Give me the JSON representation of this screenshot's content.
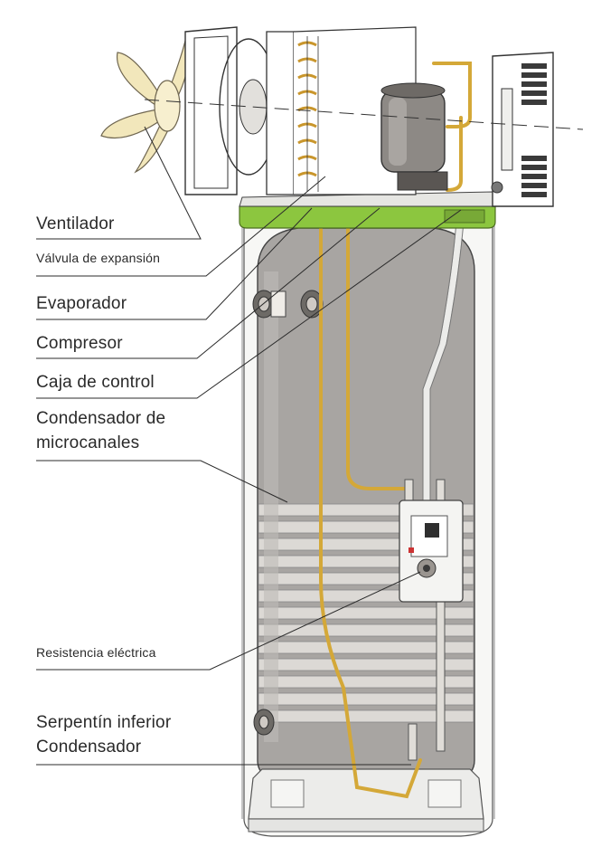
{
  "labels": {
    "ventilador": "Ventilador",
    "valvula": "Válvula de expansión",
    "evaporador": "Evaporador",
    "compresor": "Compresor",
    "caja": "Caja de control",
    "condensador_line1": "Condensador de",
    "condensador_line2": "microcanales",
    "resistencia": "Resistencia eléctrica",
    "serpentin_line1": "Serpentín inferior",
    "serpentin_line2": "Condensador"
  },
  "colors": {
    "tank": "#a8a5a2",
    "tank_band": "#d9d6d2",
    "top_ring": "#8cc63f",
    "copper": "#d4a838",
    "fan_blade": "#f2e7bb",
    "outline": "#333333",
    "leader": "#2b2b2b"
  }
}
